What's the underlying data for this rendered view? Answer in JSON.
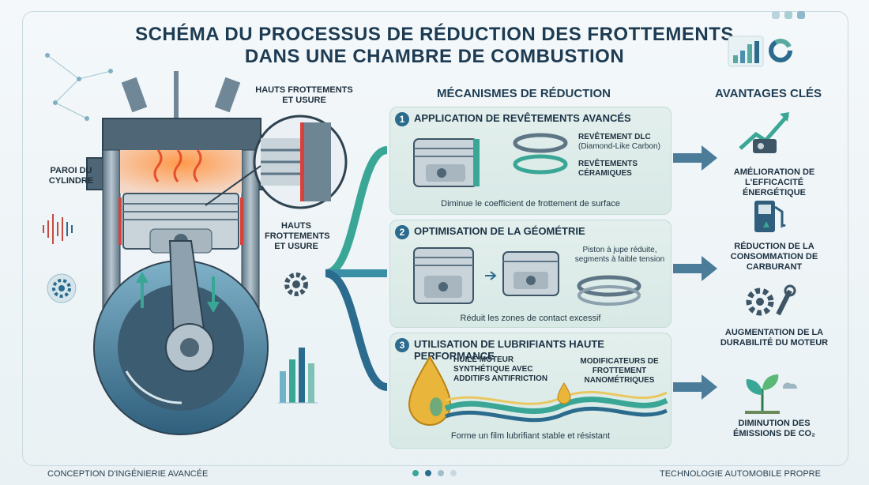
{
  "title_line1": "Schéma du processus de réduction des frottements",
  "title_line2": "dans une chambre de combustion",
  "engine": {
    "label_wall": "Paroi du cylindre",
    "label_friction_top": "Hauts frottements et usure",
    "label_friction_mid": "Hauts frottements et usure"
  },
  "mechanisms_heading": "Mécanismes de réduction",
  "advantages_heading": "Avantages clés",
  "panels": [
    {
      "num": "1",
      "title": "Application de revêtements avancés",
      "note1_title": "Revêtement DLC",
      "note1_sub": "(Diamond-Like Carbon)",
      "note2": "Revêtements céramiques",
      "caption": "Diminue le coefficient de frottement de surface"
    },
    {
      "num": "2",
      "title": "Optimisation de la géométrie",
      "note1": "Piston à jupe réduite, segments à faible tension",
      "caption": "Réduit les zones de contact excessif"
    },
    {
      "num": "3",
      "title": "Utilisation de lubrifiants haute performance",
      "note1": "Huile moteur synthétique avec additifs antifriction",
      "note2": "Modificateurs de frottement nanométriques",
      "caption": "Forme un film lubrifiant stable et résistant"
    }
  ],
  "advantages": [
    {
      "icon": "efficiency-chart-icon",
      "label": "Amélioration de l'efficacité énergétique"
    },
    {
      "icon": "fuel-pump-icon",
      "label": "Réduction de la consommation de carburant"
    },
    {
      "icon": "gear-wrench-icon",
      "label": "Augmentation de la durabilité du moteur"
    },
    {
      "icon": "plant-icon",
      "label": "Diminution des émissions de CO₂"
    }
  ],
  "footer_left": "Conception d'ingénierie avancée",
  "footer_right": "Technologie automobile propre",
  "colors": {
    "accent_teal": "#3aa796",
    "accent_blue": "#2b6b8d",
    "friction_red": "#d9403a",
    "dark_steel": "#3d5565"
  }
}
